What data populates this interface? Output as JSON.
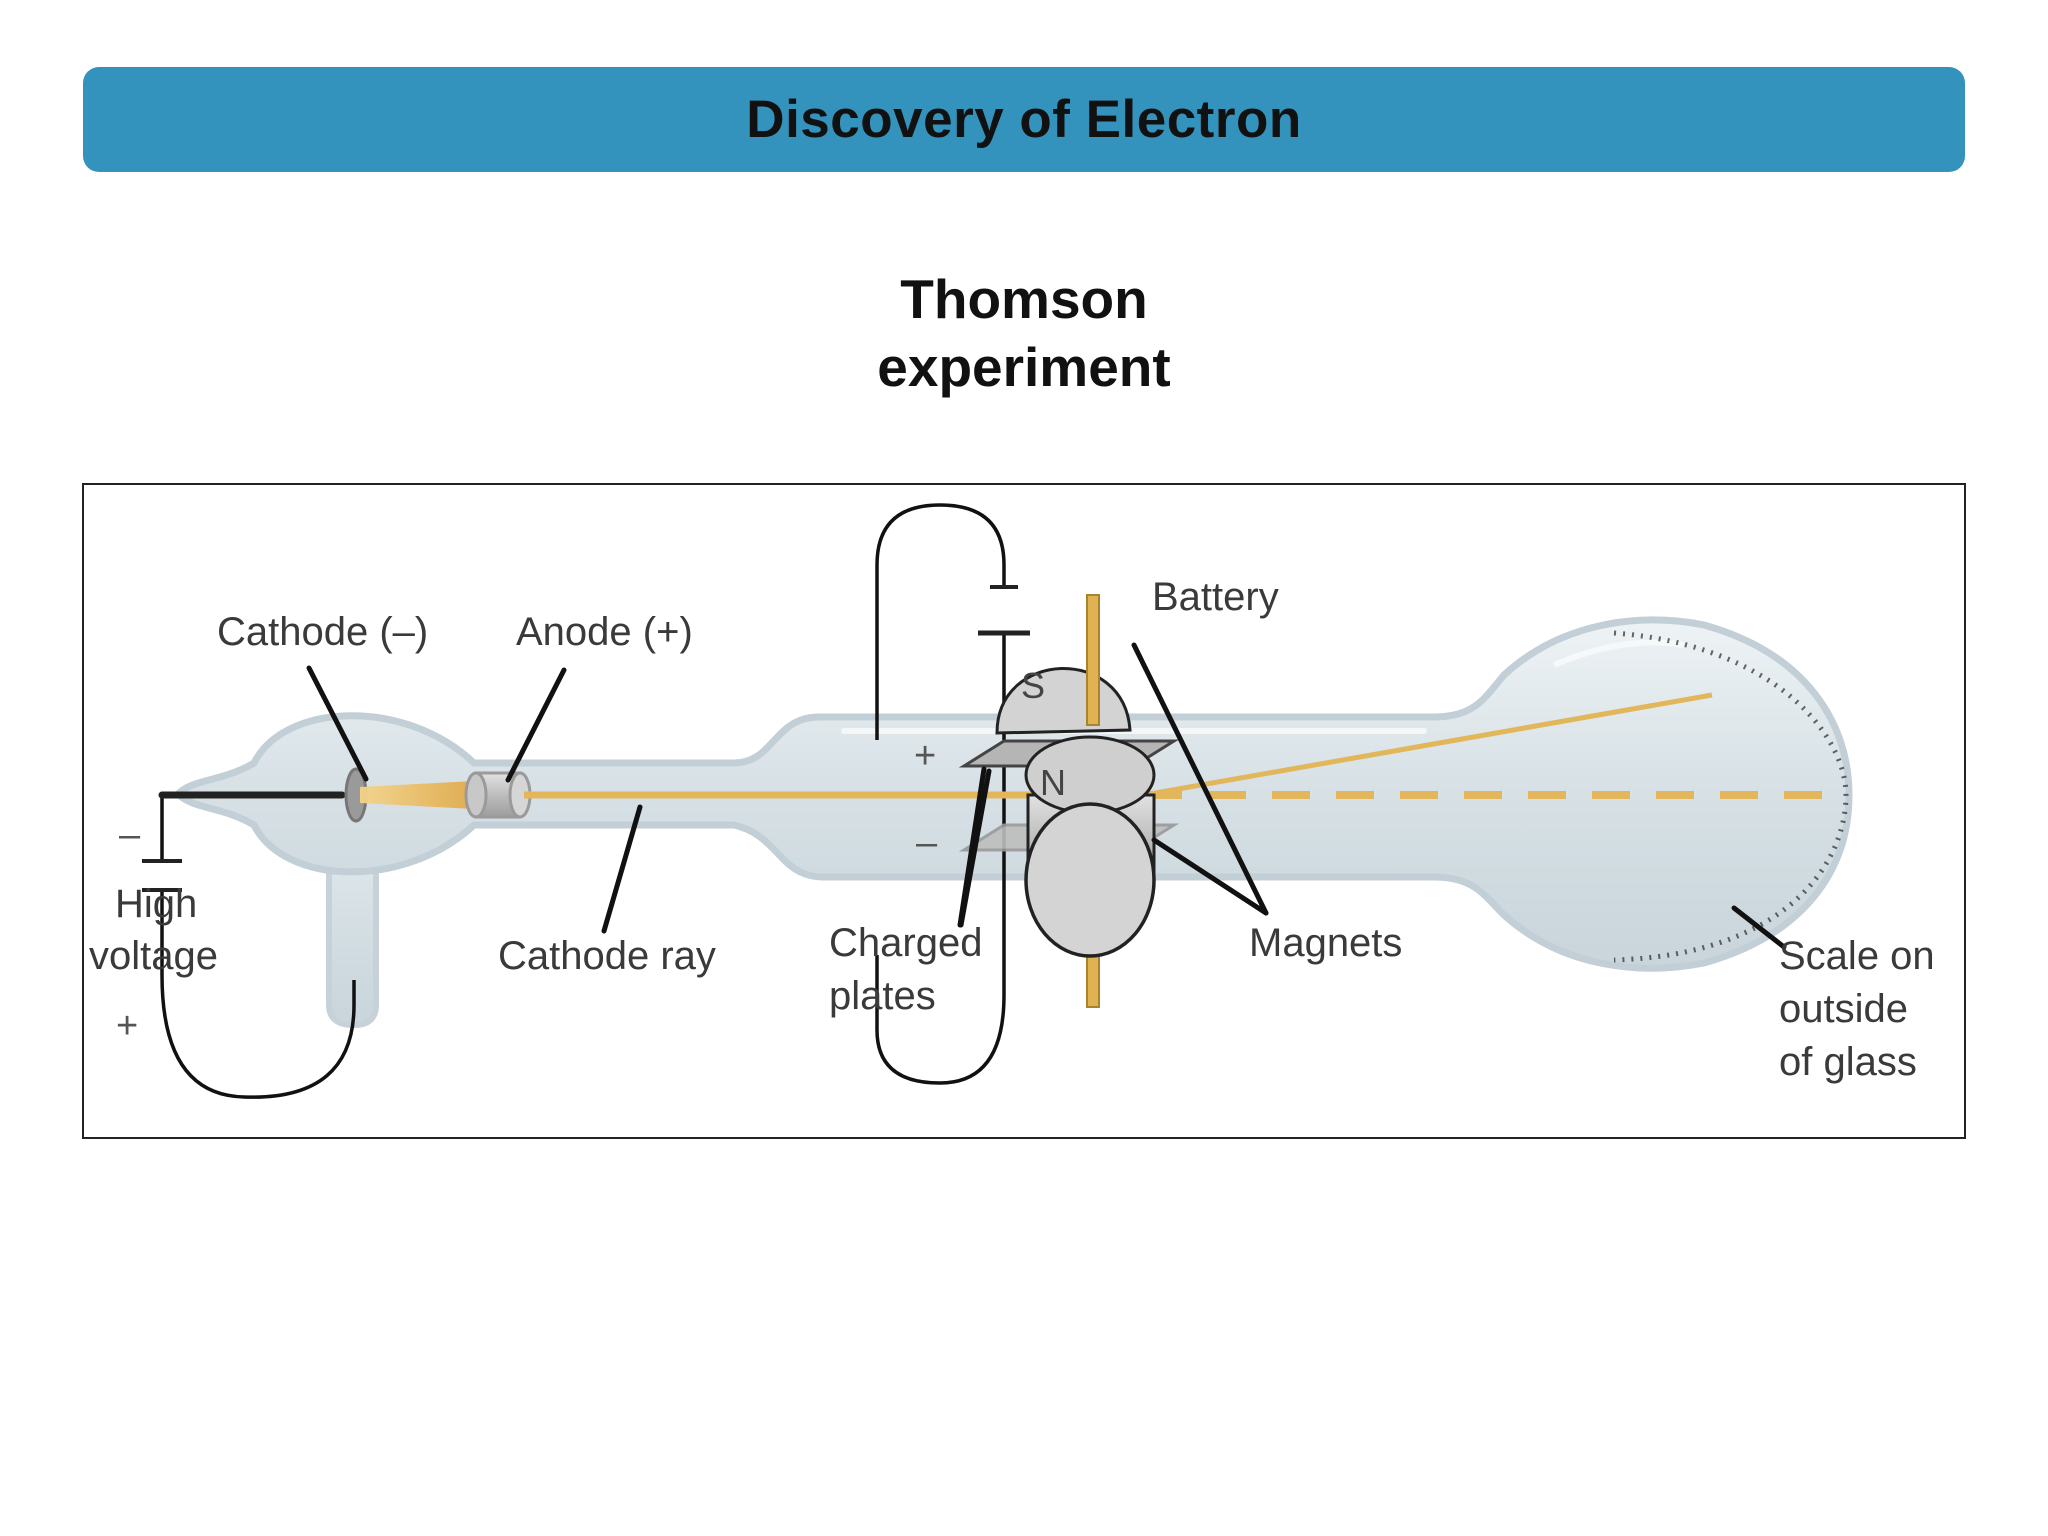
{
  "header": {
    "title": "Discovery of Electron",
    "bar_color": "#3493BC"
  },
  "subtitle": {
    "line1": "Thomson",
    "line2": "experiment"
  },
  "diagram": {
    "labels": {
      "cathode": "Cathode (–)",
      "anode": "Anode (+)",
      "battery": "Battery",
      "high_voltage_1": "High",
      "high_voltage_2": "voltage",
      "cathode_ray": "Cathode ray",
      "charged_plates_1": "Charged",
      "charged_plates_2": "plates",
      "magnets": "Magnets",
      "scale_1": "Scale on",
      "scale_2": "outside",
      "scale_3": "of glass"
    },
    "symbols": {
      "minus": "–",
      "plus": "+",
      "plate_plus": "+",
      "plate_minus": "–",
      "south": "S",
      "north": "N"
    },
    "colors": {
      "glass": "#D9E3E8",
      "beam": "#E5B85C",
      "wire": "#111111"
    }
  }
}
